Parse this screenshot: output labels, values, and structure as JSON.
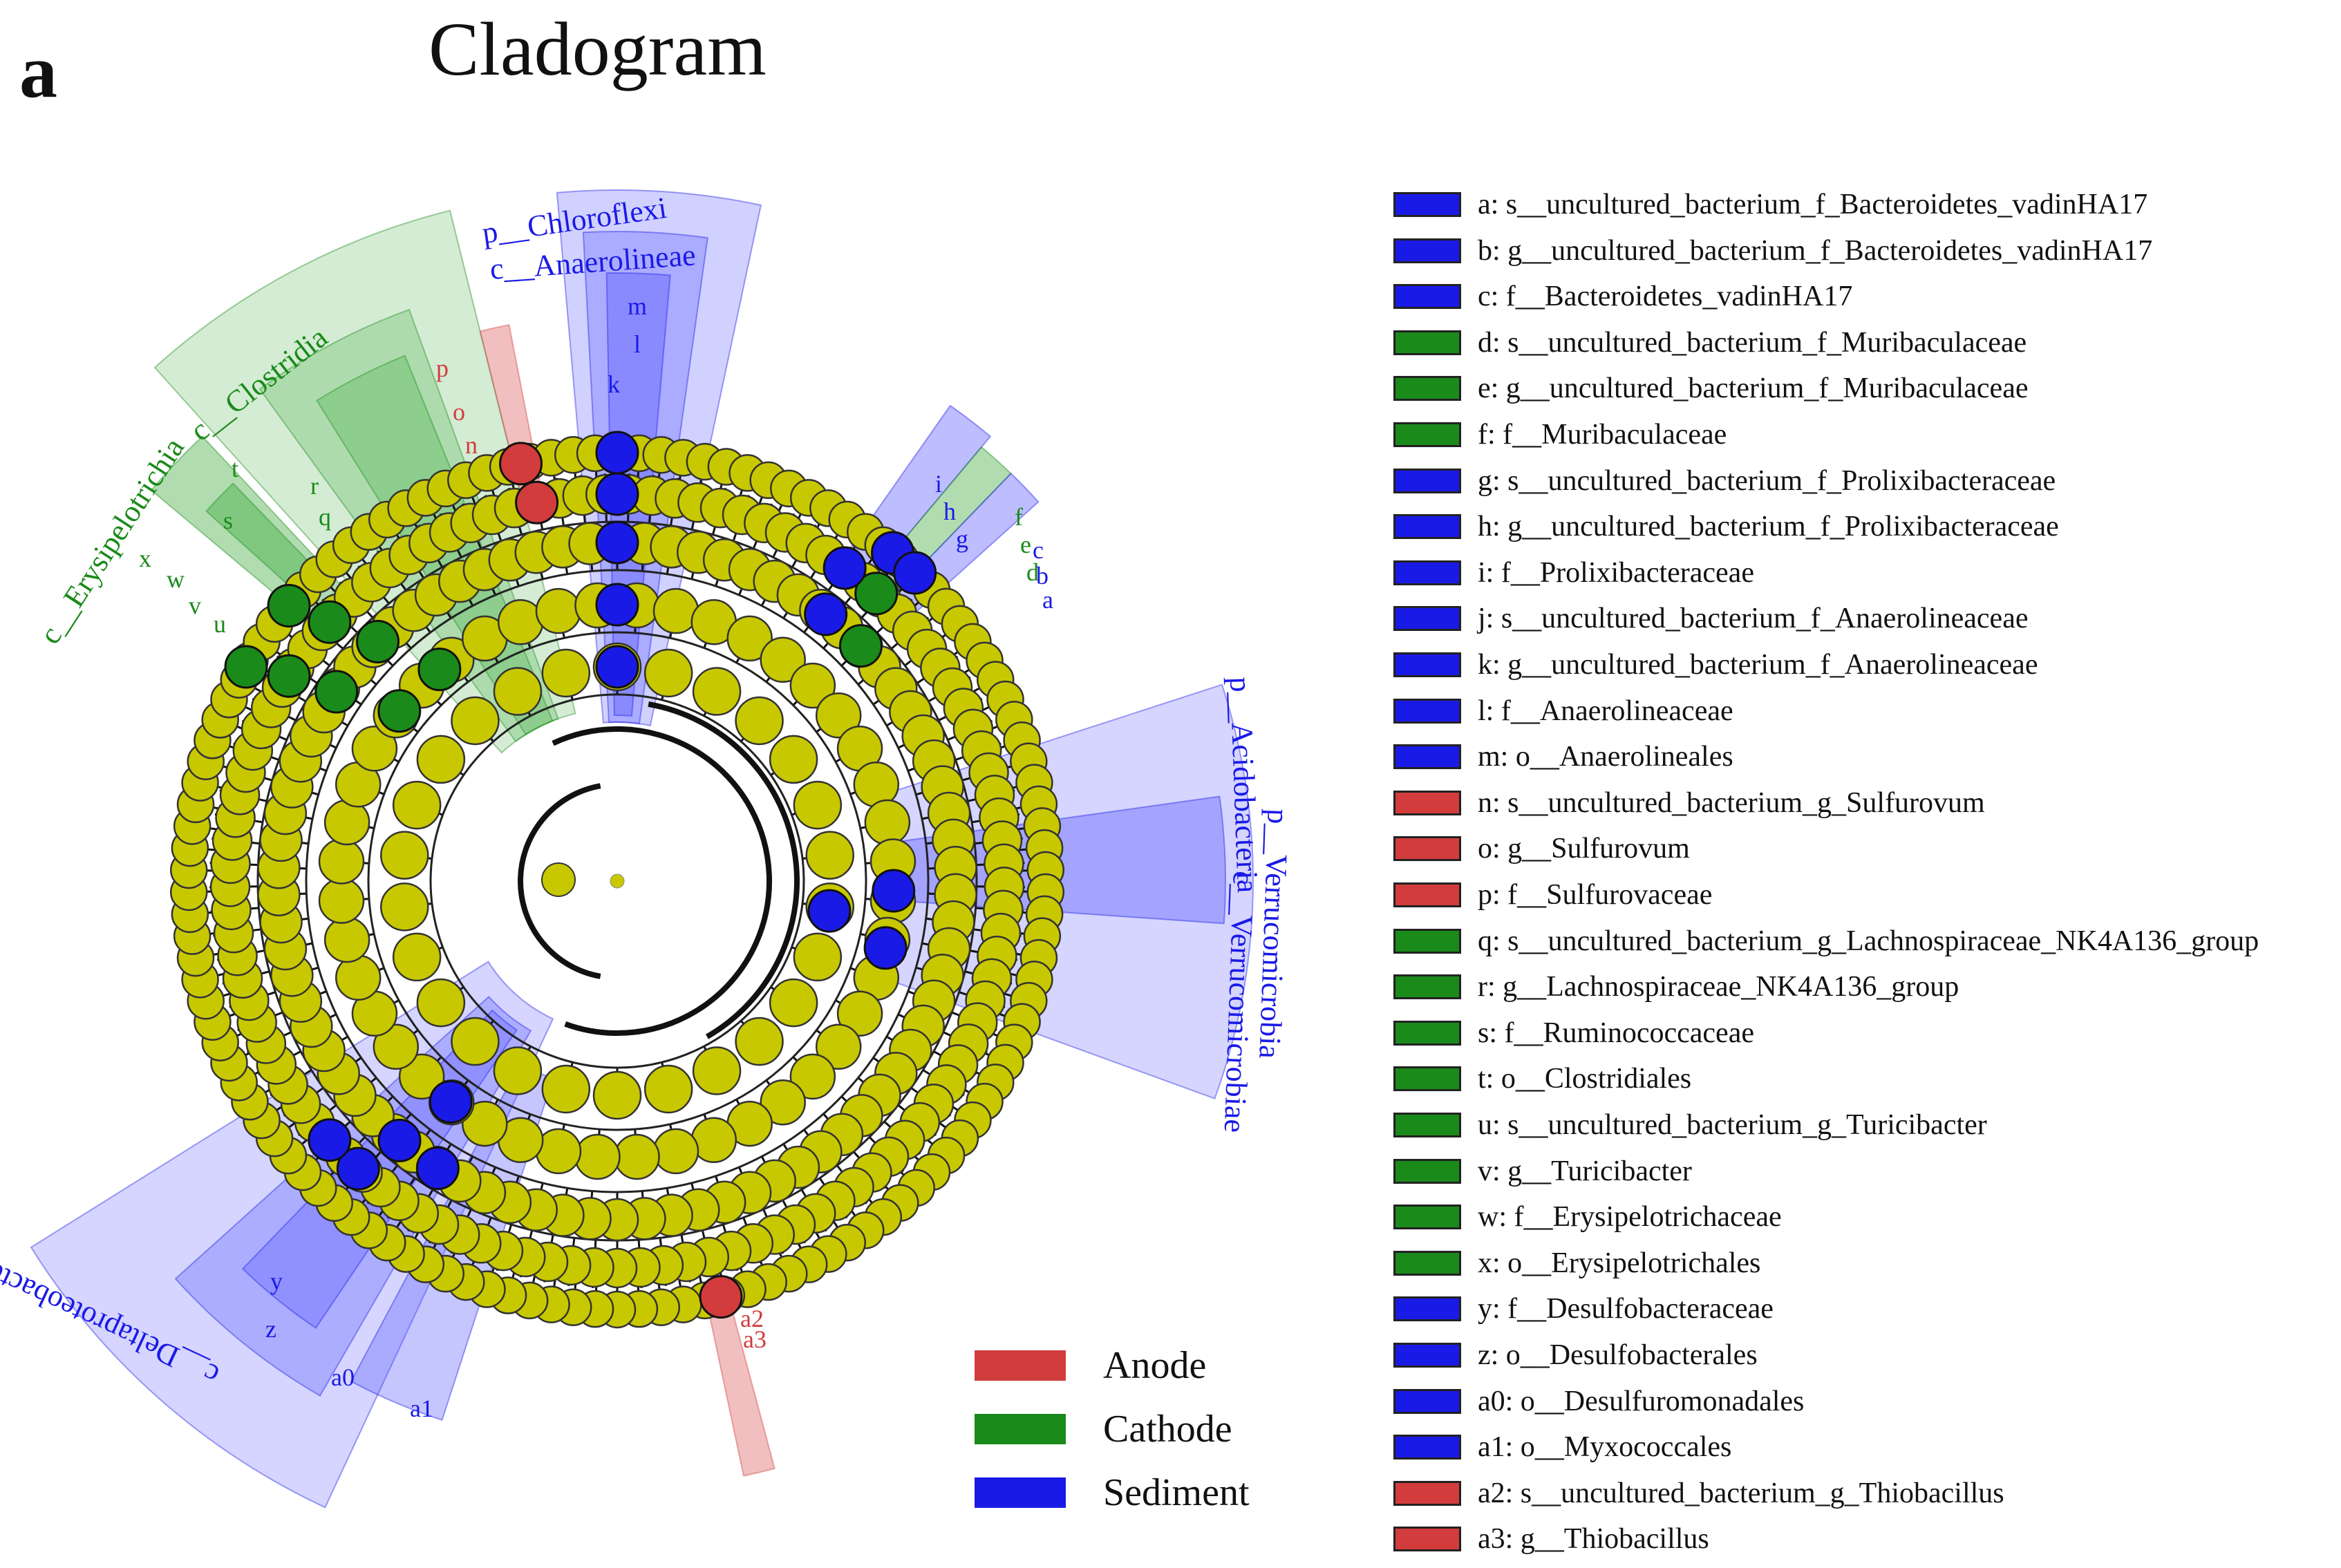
{
  "panel_letter": "a",
  "title": "Cladogram",
  "colors": {
    "anode": "#d23c3c",
    "cathode": "#1a8a1a",
    "sediment": "#1a1ae6",
    "node": "#c8c800",
    "sediment_shade": "#5b5bff",
    "cathode_shade": "#3aa83a",
    "anode_shade": "#e07070"
  },
  "groups": [
    {
      "name": "Anode",
      "color": "#d23c3c"
    },
    {
      "name": "Cathode",
      "color": "#1a8a1a"
    },
    {
      "name": "Sediment",
      "color": "#1a1ae6"
    }
  ],
  "clade_labels": [
    {
      "text": "p__Chloroflexi",
      "group": "Sediment"
    },
    {
      "text": "c__Anaerolineae",
      "group": "Sediment"
    },
    {
      "text": "c__Clostridia",
      "group": "Cathode"
    },
    {
      "text": "c__Erysipelotrichia",
      "group": "Cathode"
    },
    {
      "text": "p__Acidobacteria",
      "group": "Sediment"
    },
    {
      "text": "p__Verrucomicrobia",
      "group": "Sediment"
    },
    {
      "text": "c__Verrucomicrobiae",
      "group": "Sediment"
    },
    {
      "text": "c__Deltaproteobacteria",
      "group": "Sediment"
    }
  ],
  "arc_letters": [
    {
      "text": "m",
      "group": "Sediment"
    },
    {
      "text": "l",
      "group": "Sediment"
    },
    {
      "text": "k",
      "group": "Sediment"
    },
    {
      "text": "p",
      "group": "Anode"
    },
    {
      "text": "o",
      "group": "Anode"
    },
    {
      "text": "n",
      "group": "Anode"
    },
    {
      "text": "t",
      "group": "Cathode"
    },
    {
      "text": "s",
      "group": "Cathode"
    },
    {
      "text": "r",
      "group": "Cathode"
    },
    {
      "text": "q",
      "group": "Cathode"
    },
    {
      "text": "x",
      "group": "Cathode"
    },
    {
      "text": "w",
      "group": "Cathode"
    },
    {
      "text": "v",
      "group": "Cathode"
    },
    {
      "text": "u",
      "group": "Cathode"
    },
    {
      "text": "i",
      "group": "Sediment"
    },
    {
      "text": "h",
      "group": "Sediment"
    },
    {
      "text": "g",
      "group": "Sediment"
    },
    {
      "text": "f",
      "group": "Cathode"
    },
    {
      "text": "e",
      "group": "Cathode"
    },
    {
      "text": "d",
      "group": "Cathode"
    },
    {
      "text": "c",
      "group": "Sediment"
    },
    {
      "text": "b",
      "group": "Sediment"
    },
    {
      "text": "a",
      "group": "Sediment"
    },
    {
      "text": "y",
      "group": "Sediment"
    },
    {
      "text": "z",
      "group": "Sediment"
    },
    {
      "text": "a0",
      "group": "Sediment"
    },
    {
      "text": "a1",
      "group": "Sediment"
    },
    {
      "text": "a2",
      "group": "Anode"
    },
    {
      "text": "a3",
      "group": "Anode"
    }
  ],
  "legend": [
    {
      "label": "a: s__uncultured_bacterium_f_Bacteroidetes_vadinHA17",
      "group": "Sediment"
    },
    {
      "label": "b: g__uncultured_bacterium_f_Bacteroidetes_vadinHA17",
      "group": "Sediment"
    },
    {
      "label": "c: f__Bacteroidetes_vadinHA17",
      "group": "Sediment"
    },
    {
      "label": "d: s__uncultured_bacterium_f_Muribaculaceae",
      "group": "Cathode"
    },
    {
      "label": "e: g__uncultured_bacterium_f_Muribaculaceae",
      "group": "Cathode"
    },
    {
      "label": "f: f__Muribaculaceae",
      "group": "Cathode"
    },
    {
      "label": "g: s__uncultured_bacterium_f_Prolixibacteraceae",
      "group": "Sediment"
    },
    {
      "label": "h: g__uncultured_bacterium_f_Prolixibacteraceae",
      "group": "Sediment"
    },
    {
      "label": "i: f__Prolixibacteraceae",
      "group": "Sediment"
    },
    {
      "label": "j: s__uncultured_bacterium_f_Anaerolineaceae",
      "group": "Sediment"
    },
    {
      "label": "k: g__uncultured_bacterium_f_Anaerolineaceae",
      "group": "Sediment"
    },
    {
      "label": "l: f__Anaerolineaceae",
      "group": "Sediment"
    },
    {
      "label": "m: o__Anaerolineales",
      "group": "Sediment"
    },
    {
      "label": "n: s__uncultured_bacterium_g_Sulfurovum",
      "group": "Anode"
    },
    {
      "label": "o: g__Sulfurovum",
      "group": "Anode"
    },
    {
      "label": "p: f__Sulfurovaceae",
      "group": "Anode"
    },
    {
      "label": "q: s__uncultured_bacterium_g_Lachnospiraceae_NK4A136_group",
      "group": "Cathode"
    },
    {
      "label": "r: g__Lachnospiraceae_NK4A136_group",
      "group": "Cathode"
    },
    {
      "label": "s: f__Ruminococcaceae",
      "group": "Cathode"
    },
    {
      "label": "t: o__Clostridiales",
      "group": "Cathode"
    },
    {
      "label": "u: s__uncultured_bacterium_g_Turicibacter",
      "group": "Cathode"
    },
    {
      "label": "v: g__Turicibacter",
      "group": "Cathode"
    },
    {
      "label": "w: f__Erysipelotrichaceae",
      "group": "Cathode"
    },
    {
      "label": "x: o__Erysipelotrichales",
      "group": "Cathode"
    },
    {
      "label": "y: f__Desulfobacteraceae",
      "group": "Sediment"
    },
    {
      "label": "z: o__Desulfobacterales",
      "group": "Sediment"
    },
    {
      "label": "a0: o__Desulfuromonadales",
      "group": "Sediment"
    },
    {
      "label": "a1: o__Myxococcales",
      "group": "Sediment"
    },
    {
      "label": "a2: s__uncultured_bacterium_g_Thiobacillus",
      "group": "Anode"
    },
    {
      "label": "a3: g__Thiobacillus",
      "group": "Anode"
    }
  ]
}
